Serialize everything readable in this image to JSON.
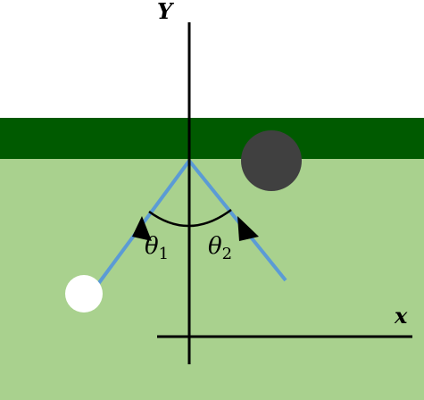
{
  "axes": {
    "x_label": "x",
    "y_label": "Y"
  },
  "angles": {
    "theta1": {
      "symbol": "θ",
      "subscript": "1"
    },
    "theta2": {
      "symbol": "θ",
      "subscript": "2"
    }
  },
  "colors": {
    "background": "#ffffff",
    "table_felt": "#a9d18e",
    "cushion": "#005a00",
    "ball_path": "#5b9bd5",
    "cue_ball": "#ffffff",
    "target_ball": "#404040",
    "axes": "#000000"
  }
}
